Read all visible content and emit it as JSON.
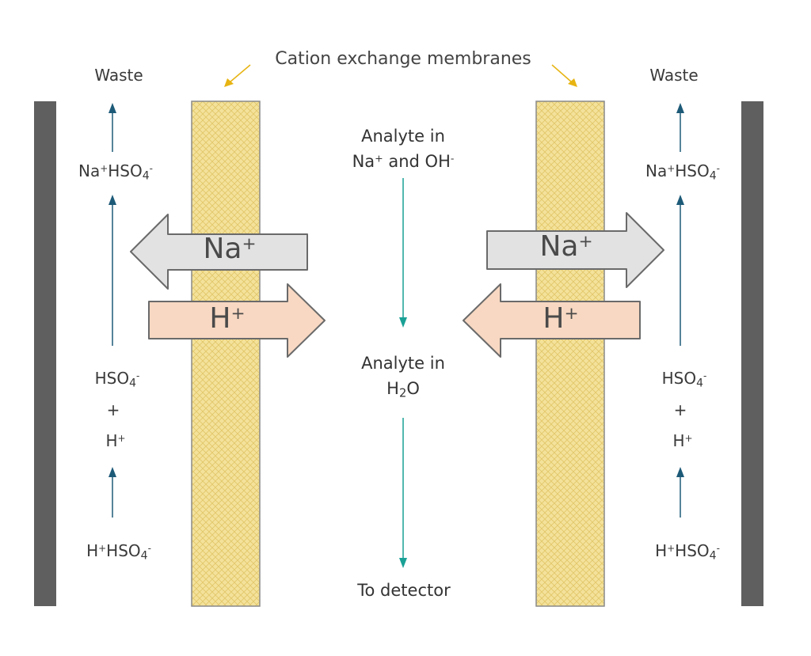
{
  "title": "Cation exchange membranes",
  "colors": {
    "wall": "#5f5f5f",
    "membrane": "#f4e29b",
    "membrane_hatch": "#e2c668",
    "na_arrow_fill": "#e2e2e2",
    "h_arrow_fill": "#f8d8c2",
    "arrow_stroke": "#6a6a6a",
    "flow_arrow": "#1d5a78",
    "analyte_arrow": "#1aa196",
    "pointer_arrow": "#e7b412"
  },
  "left": {
    "waste": "Waste",
    "na_hso4": {
      "a": "Na",
      "a_sup": "+",
      "b": "HSO",
      "b_sub": "4",
      "b_sup": "-"
    },
    "hso4": {
      "text": "HSO",
      "sub": "4",
      "sup": "-"
    },
    "plus": "+",
    "h": {
      "text": "H",
      "sup": "+"
    },
    "h_hso4": {
      "a": "H",
      "a_sup": "+",
      "b": "HSO",
      "b_sub": "4",
      "b_sup": "-"
    },
    "na_arrow": {
      "text": "Na",
      "sup": "+"
    },
    "h_arrow": {
      "text": "H",
      "sup": "+"
    }
  },
  "right": {
    "waste": "Waste",
    "na_hso4": {
      "a": "Na",
      "a_sup": "+",
      "b": "HSO",
      "b_sub": "4",
      "b_sup": "-"
    },
    "hso4": {
      "text": "HSO",
      "sub": "4",
      "sup": "-"
    },
    "plus": "+",
    "h": {
      "text": "H",
      "sup": "+"
    },
    "h_hso4": {
      "a": "H",
      "a_sup": "+",
      "b": "HSO",
      "b_sub": "4",
      "b_sup": "-"
    },
    "na_arrow": {
      "text": "Na",
      "sup": "+"
    },
    "h_arrow": {
      "text": "H",
      "sup": "+"
    }
  },
  "center": {
    "analyte_in_1": "Analyte in",
    "na_and_oh": {
      "a": "Na",
      "a_sup": "+",
      "mid": " and OH",
      "sup": "-"
    },
    "analyte_in_2": "Analyte in",
    "h2o": {
      "a": "H",
      "sub": "2",
      "b": "O"
    },
    "to_detector": "To detector"
  }
}
